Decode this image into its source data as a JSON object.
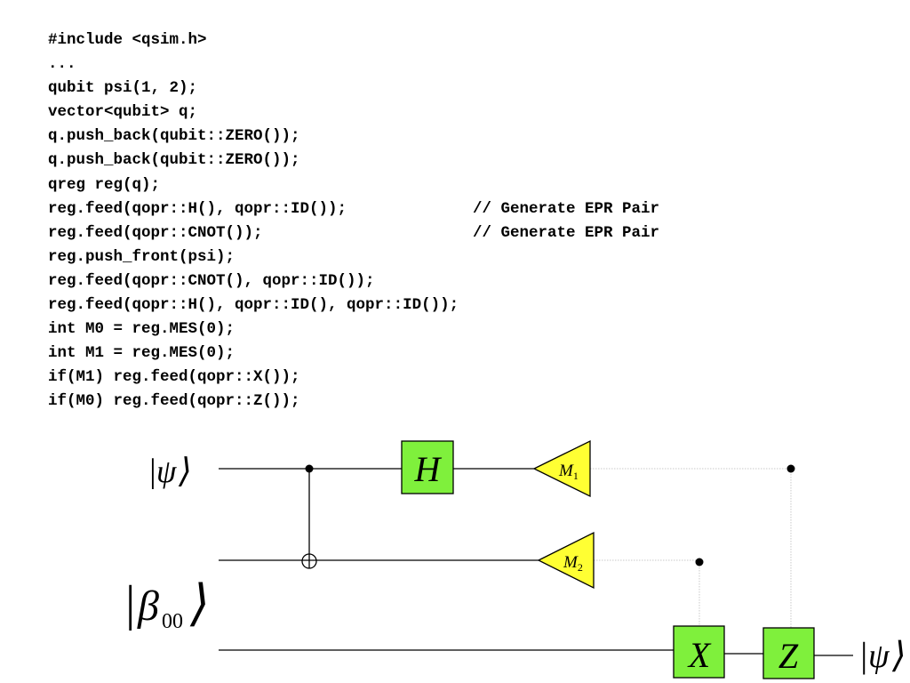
{
  "code": {
    "lines": [
      {
        "stmt": "#include <qsim.h>",
        "comment": ""
      },
      {
        "stmt": "...",
        "comment": ""
      },
      {
        "stmt": "qubit psi(1, 2);",
        "comment": ""
      },
      {
        "stmt": "vector<qubit> q;",
        "comment": ""
      },
      {
        "stmt": "q.push_back(qubit::ZERO());",
        "comment": ""
      },
      {
        "stmt": "q.push_back(qubit::ZERO());",
        "comment": ""
      },
      {
        "stmt": "qreg reg(q);",
        "comment": ""
      },
      {
        "stmt": "reg.feed(qopr::H(), qopr::ID());",
        "comment": "// Generate EPR Pair"
      },
      {
        "stmt": "reg.feed(qopr::CNOT());",
        "comment": "// Generate EPR Pair"
      },
      {
        "stmt": "reg.push_front(psi);",
        "comment": ""
      },
      {
        "stmt": "reg.feed(qopr::CNOT(), qopr::ID());",
        "comment": ""
      },
      {
        "stmt": "reg.feed(qopr::H(), qopr::ID(), qopr::ID());",
        "comment": ""
      },
      {
        "stmt": "int M0 = reg.MES(0);",
        "comment": ""
      },
      {
        "stmt": "int M1 = reg.MES(0);",
        "comment": ""
      },
      {
        "stmt": "if(M1) reg.feed(qopr::X());",
        "comment": ""
      },
      {
        "stmt": "if(M0) reg.feed(qopr::Z());",
        "comment": ""
      }
    ]
  },
  "circuit": {
    "input_psi": {
      "open": "|",
      "symbol": "ψ",
      "close": "⟩"
    },
    "input_beta": {
      "open": "|",
      "symbol": "β",
      "subscript": "00",
      "close": "⟩"
    },
    "output_psi": {
      "open": "|",
      "symbol": "ψ",
      "close": "⟩"
    },
    "gate_h": "H",
    "gate_x": "X",
    "gate_z": "Z",
    "meter_1": {
      "symbol": "M",
      "subscript": "1"
    },
    "meter_2": {
      "symbol": "M",
      "subscript": "2"
    },
    "colors": {
      "gate_fill": "#7ff03c",
      "meter_fill": "#ffff33",
      "wire": "#000000",
      "classical_wire": "#c8c8c8"
    }
  }
}
